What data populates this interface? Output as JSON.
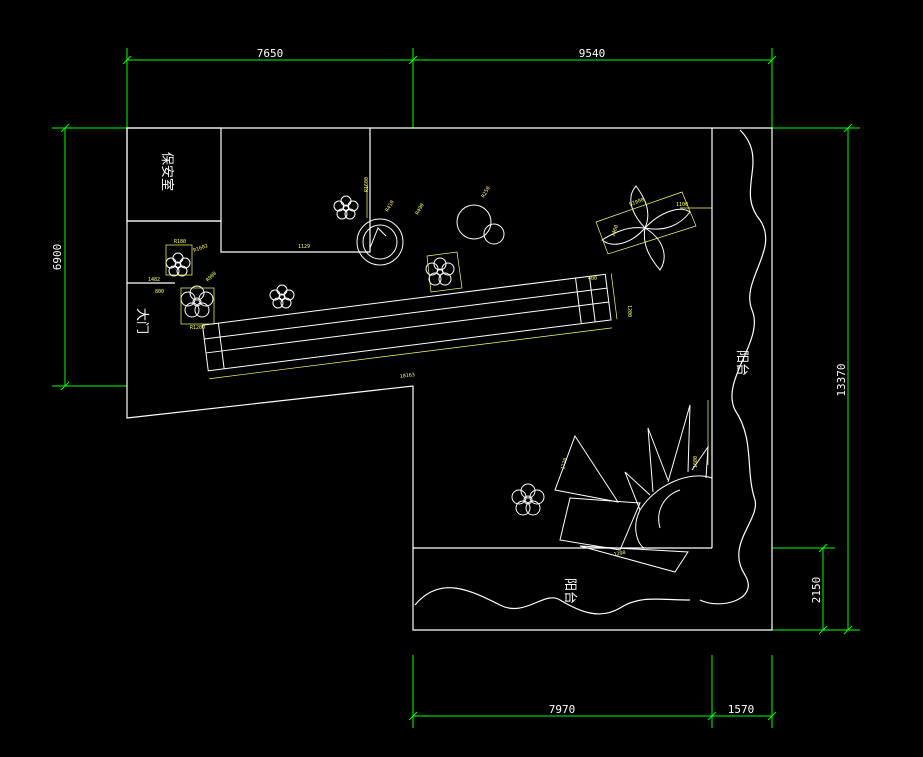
{
  "drawing": {
    "dimensions": {
      "top_left": "7650",
      "top_right": "9540",
      "left_height": "6900",
      "right_total": "13370",
      "right_lower": "2150",
      "bottom_left": "7970",
      "bottom_right": "1570"
    },
    "rooms": {
      "guard_room": "保安室",
      "main_gate": "大门",
      "balcony_right": "阳台",
      "balcony_bottom": "阳台"
    },
    "annotations": {
      "a1": "1129",
      "a2": "R410",
      "a3": "R490",
      "a4": "R250",
      "a5": "R1600",
      "a6": "R1602",
      "a7": "R900",
      "a8": "R180",
      "a9": "1100",
      "a10": "400",
      "a11": "1482",
      "a12": "800",
      "a13": "R1200",
      "a14": "10163",
      "a15": "R1900",
      "a16": "1460",
      "a17": "1200",
      "a18": "1720",
      "a19": "1600",
      "a20": "1290"
    }
  }
}
